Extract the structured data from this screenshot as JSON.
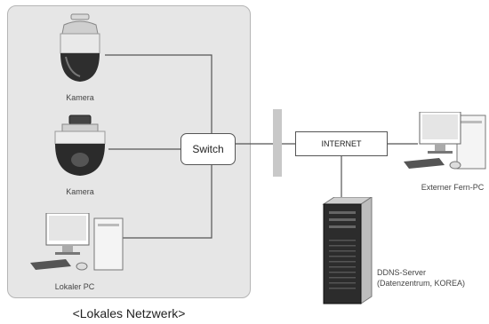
{
  "nodes": {
    "camera_1": "Kamera",
    "camera_2": "Kamera",
    "local_pc": "Lokaler PC",
    "switch": "Switch",
    "internet": "INTERNET",
    "remote_pc": "Externer Fern-PC",
    "ddns_line1": "DDNS-Server",
    "ddns_line2": "(Datenzentrum, KOREA)"
  },
  "caption": "<Lokales Netzwerk>",
  "colors": {
    "lan_background": "#e6e6e6",
    "line": "#555555",
    "firewall": "#c8c8c8"
  },
  "icons": [
    "ptz-camera-icon",
    "dome-camera-icon",
    "desktop-pc-icon",
    "tower-server-icon"
  ]
}
